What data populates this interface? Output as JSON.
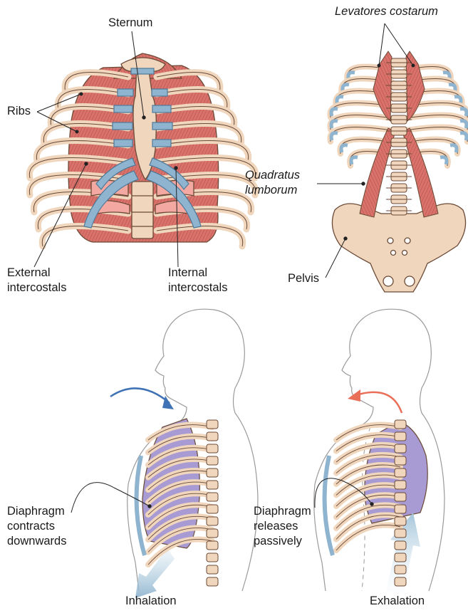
{
  "labels": {
    "sternum": "Sternum",
    "ribs": "Ribs",
    "external_line1": "External",
    "external_line2": "intercostals",
    "internal_line1": "Internal",
    "internal_line2": "intercostals",
    "levatores": "Levatores costarum",
    "quadratus_line1": "Quadratus",
    "quadratus_line2": "lumborum",
    "pelvis": "Pelvis",
    "diaphragm_in_line1": "Diaphragm",
    "diaphragm_in_line2": "contracts",
    "diaphragm_in_line3": "downwards",
    "diaphragm_ex_line1": "Diaphragm",
    "diaphragm_ex_line2": "releases",
    "diaphragm_ex_line3": "passively",
    "inhalation": "Inhalation",
    "exhalation": "Exhalation"
  },
  "colors": {
    "bone": "#f0d6bd",
    "outline": "#6b4a36",
    "muscle": "#d9726b",
    "muscle_dark": "#b04c48",
    "cartilage": "#8fb4cf",
    "lung": "#a89ad2",
    "inhale_arrow": "#3f73b5",
    "exhale_arrow": "#ea6f59",
    "leader": "#222222"
  }
}
